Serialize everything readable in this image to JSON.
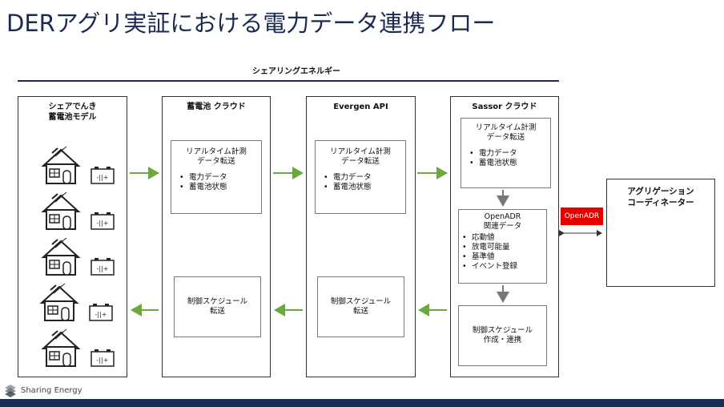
{
  "title": "DERアグリ実証における電力データ連携フロー",
  "group_label": "シェアリングエネルギー",
  "columns": {
    "model": {
      "title_line1": "シェアでんき",
      "title_line2": "蓄電池モデル"
    },
    "battery_cloud": {
      "title": "蓄電池 クラウド",
      "box1": {
        "head_line1": "リアルタイム計測",
        "head_line2": "データ転送",
        "items": [
          "電力データ",
          "蓄電池状態"
        ]
      },
      "box2": {
        "line1": "制御スケジュール",
        "line2": "転送"
      }
    },
    "evergen": {
      "title": "Evergen API",
      "box1": {
        "head_line1": "リアルタイム計測",
        "head_line2": "データ転送",
        "items": [
          "電力データ",
          "蓄電池状態"
        ]
      },
      "box2": {
        "line1": "制御スケジュール",
        "line2": "転送"
      }
    },
    "sassor": {
      "title": "Sassor クラウド",
      "box1": {
        "head_line1": "リアルタイム計測",
        "head_line2": "データ転送",
        "items": [
          "電力データ",
          "蓄電池状態"
        ]
      },
      "box2": {
        "head_line1": "OpenADR",
        "head_line2": "関連データ",
        "items": [
          "応動値",
          "放電可能量",
          "基準値",
          "イベント登録"
        ]
      },
      "box3": {
        "line1": "制御スケジュール",
        "line2": "作成・連携"
      }
    }
  },
  "aggregator": {
    "line1": "アグリゲーション",
    "line2": "コーディネーター"
  },
  "openadr_badge": "OpenADR",
  "logo_text": "Sharing Energy",
  "colors": {
    "arrow_green": "#6aaa3a",
    "arrow_gray": "#777777",
    "badge_red": "#e50000",
    "brand_navy": "#1a2b52"
  }
}
